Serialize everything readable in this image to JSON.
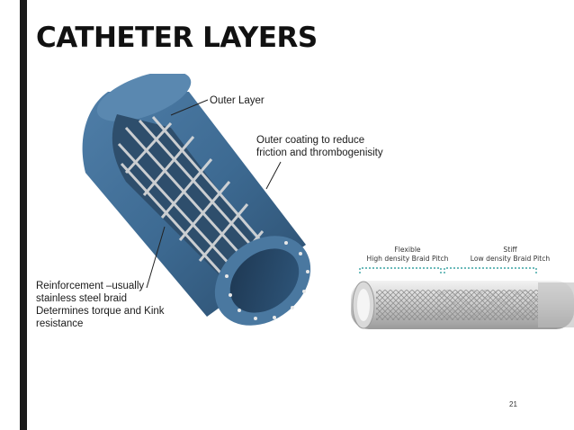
{
  "slide": {
    "title": "CATHETER LAYERS",
    "page_number": "21"
  },
  "labels": {
    "outer_layer": "Outer Layer",
    "outer_coating_line1": "Outer coating to reduce",
    "outer_coating_line2": "friction and thrombogenisity",
    "reinforcement_line1": "Reinforcement –usually",
    "reinforcement_line2": "stainless steel braid",
    "reinforcement_line3": "Determines torque and Kink",
    "reinforcement_line4": "resistance"
  },
  "braid_figure": {
    "flexible_line1": "Flexible",
    "flexible_line2": "High density Braid Pitch",
    "stiff_line1": "Stiff",
    "stiff_line2": "Low density Braid Pitch"
  },
  "colors": {
    "catheter_blue": "#3d6a92",
    "catheter_dark": "#24405c",
    "braid": "#d8d8d8",
    "dotted_guide": "#3aa3a3"
  }
}
